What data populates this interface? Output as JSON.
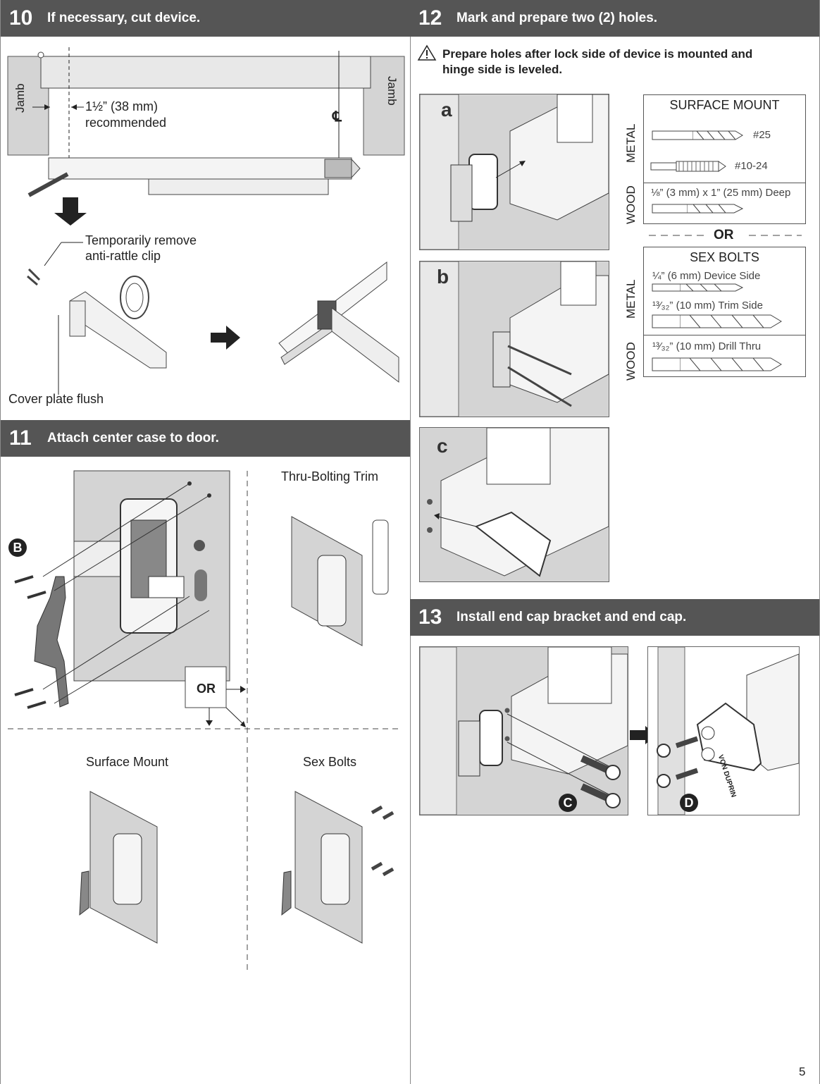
{
  "step10": {
    "num": "10",
    "title": "If necessary, cut device.",
    "jamb_left": "Jamb",
    "jamb_right": "Jamb",
    "measure_line1": "1½” (38 mm)",
    "measure_line2": "recommended",
    "centerline": "℄",
    "remove_line1": "Temporarily remove",
    "remove_line2": "anti-rattle clip",
    "cover_plate": "Cover plate flush"
  },
  "step11": {
    "num": "11",
    "title": "Attach center case to door.",
    "callout_b": "B",
    "or": "OR",
    "thru_bolting": "Thru-Bolting Trim",
    "surface_mount": "Surface Mount",
    "sex_bolts": "Sex Bolts"
  },
  "step12": {
    "num": "12",
    "title": "Mark and prepare two (2) holes.",
    "warning_line1": "Prepare holes after lock side of device is mounted and",
    "warning_line2": "hinge side is leveled.",
    "panel_a": "a",
    "panel_b": "b",
    "panel_c": "c",
    "surface_mount_title": "SURFACE MOUNT",
    "metal": "METAL",
    "wood": "WOOD",
    "drill_25": "#25",
    "tap_1024": "#10-24",
    "wood_drill": "⅛” (3 mm) x 1” (25 mm) Deep",
    "or": "OR",
    "sex_bolts_title": "SEX BOLTS",
    "device_side": "¼” (6 mm) Device Side",
    "trim_side": "¹³⁄₃₂” (10 mm) Trim Side",
    "drill_thru": "¹³⁄₃₂” (10 mm) Drill Thru"
  },
  "step13": {
    "num": "13",
    "title": "Install end cap bracket and end cap.",
    "callout_c": "C",
    "callout_d": "D",
    "brand": "VON DUPRIN"
  },
  "page_number": "5",
  "colors": {
    "header_bg": "#555555",
    "panel_gray": "#d4d4d4",
    "line": "#333333"
  },
  "icons": [
    "warning-icon",
    "down-arrow-icon",
    "right-arrow-icon",
    "drill-bit-icon",
    "tap-icon",
    "screw-icon"
  ]
}
